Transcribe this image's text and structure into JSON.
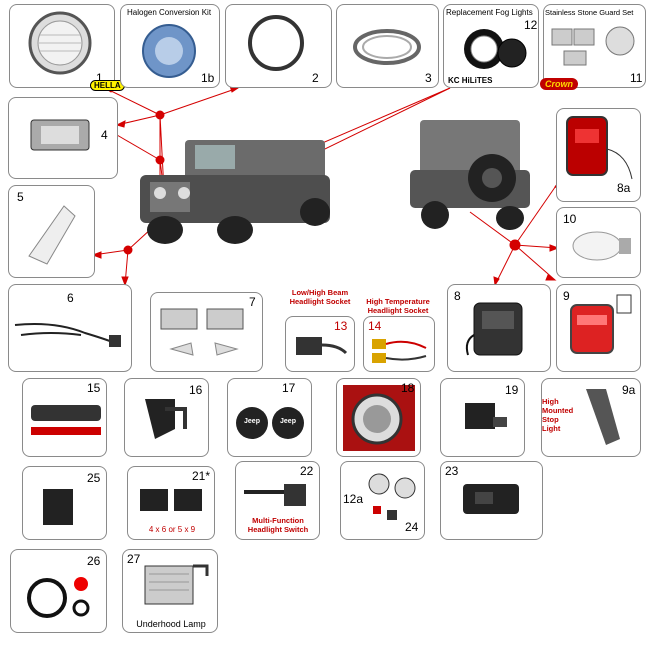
{
  "labels": {
    "p1": "1",
    "p1b": "1b",
    "p2": "2",
    "p3": "3",
    "p12": "12",
    "p11": "11",
    "p4": "4",
    "p5": "5",
    "p8a": "8a",
    "p10": "10",
    "p6": "6",
    "p7": "7",
    "p13": "13",
    "p14": "14",
    "p8": "8",
    "p9": "9",
    "p15": "15",
    "p16": "16",
    "p17": "17",
    "p18": "18",
    "p19": "19",
    "p9a": "9a",
    "p25": "25",
    "p21": "21*",
    "p22": "22",
    "p12a": "12a",
    "p24": "24",
    "p23": "23",
    "p26": "26",
    "p27": "27"
  },
  "captions": {
    "halogen": "Halogen Conversion Kit",
    "fog": "Replacement Fog Lights",
    "stone": "Stainless Stone Guard Set",
    "lowhigh": "Low/High Beam Headlight Socket",
    "hightemp": "High Temperature Headlight Socket",
    "stop": "High Mounted Stop Light",
    "size21": "4 x 6 or 5 x 9",
    "multi": "Multi-Function Headlight Switch",
    "underhood": "Underhood Lamp"
  },
  "brands": {
    "hella": "HELLA",
    "kc": "KC HiLiTES",
    "crown": "Crown"
  },
  "cap17": "Jeep",
  "colors": {
    "accent_red": "#c00000",
    "line_red": "#d40000"
  }
}
